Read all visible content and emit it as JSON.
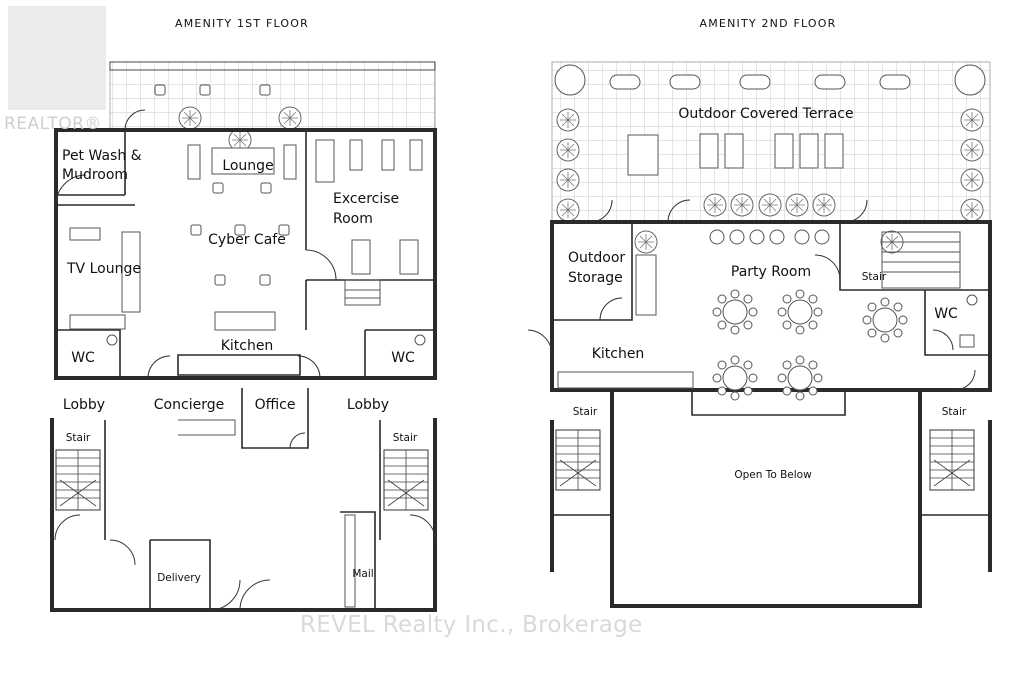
{
  "floors": [
    {
      "title": "AMENITY 1ST FLOOR",
      "rooms": {
        "pet_wash": [
          "Pet Wash &",
          "Mudroom"
        ],
        "lounge": "Lounge",
        "exercise": [
          "Excercise",
          "Room"
        ],
        "cyber_cafe": "Cyber Cafe",
        "tv_lounge": "TV Lounge",
        "kitchen": "Kitchen",
        "wc_left": "WC",
        "wc_right": "WC",
        "lobby_left": "Lobby",
        "concierge": "Concierge",
        "office": "Office",
        "lobby_right": "Lobby",
        "stair_left": "Stair",
        "stair_right": "Stair",
        "delivery": "Delivery",
        "mail": "Mail"
      }
    },
    {
      "title": "AMENITY 2ND FLOOR",
      "rooms": {
        "terrace": "Outdoor Covered Terrace",
        "outdoor_storage": [
          "Outdoor",
          "Storage"
        ],
        "party_room": "Party Room",
        "stair_upper": "Stair",
        "wc": "WC",
        "kitchen": "Kitchen",
        "stair_left": "Stair",
        "stair_right": "Stair",
        "open_below": "Open To Below"
      }
    }
  ],
  "branding": {
    "logo_text": "REALTOR®",
    "watermark": "REVEL Realty Inc., Brokerage"
  }
}
